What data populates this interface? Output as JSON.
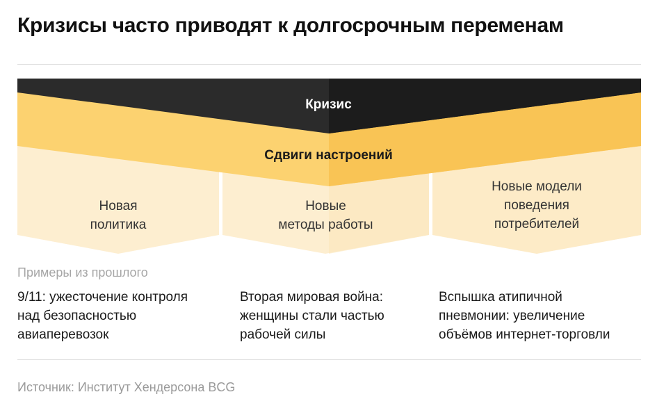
{
  "title": "Кризисы часто приводят к долгосрочным переменам",
  "diagram": {
    "crisis_label": "Кризис",
    "shift_label": "Сдвиги настроений",
    "outcomes": [
      {
        "lines": [
          "Новая",
          "политика"
        ]
      },
      {
        "lines": [
          "Новые",
          "методы работы"
        ]
      },
      {
        "lines": [
          "Новые модели",
          "поведения",
          "потребителей"
        ]
      }
    ],
    "colors": {
      "dark": "#2b2b2b",
      "dark_shade": "#1c1c1c",
      "yellow": "#fcd270",
      "yellow_shade": "#f9c455",
      "cream": "#fdeed0",
      "cream_shade": "#fce6b8"
    }
  },
  "examples": {
    "heading": "Примеры из прошлого",
    "items": [
      {
        "lines": [
          "9/11: ужесточение контроля",
          "над безопасностью",
          "авиаперевозок"
        ]
      },
      {
        "lines": [
          "Вторая мировая война:",
          "женщины стали частью",
          "рабочей силы"
        ]
      },
      {
        "lines": [
          "Вспышка атипичной",
          "пневмонии: увеличение",
          "объёмов интернет-торговли"
        ]
      }
    ]
  },
  "source": "Источник: Институт Хендерсона BCG"
}
